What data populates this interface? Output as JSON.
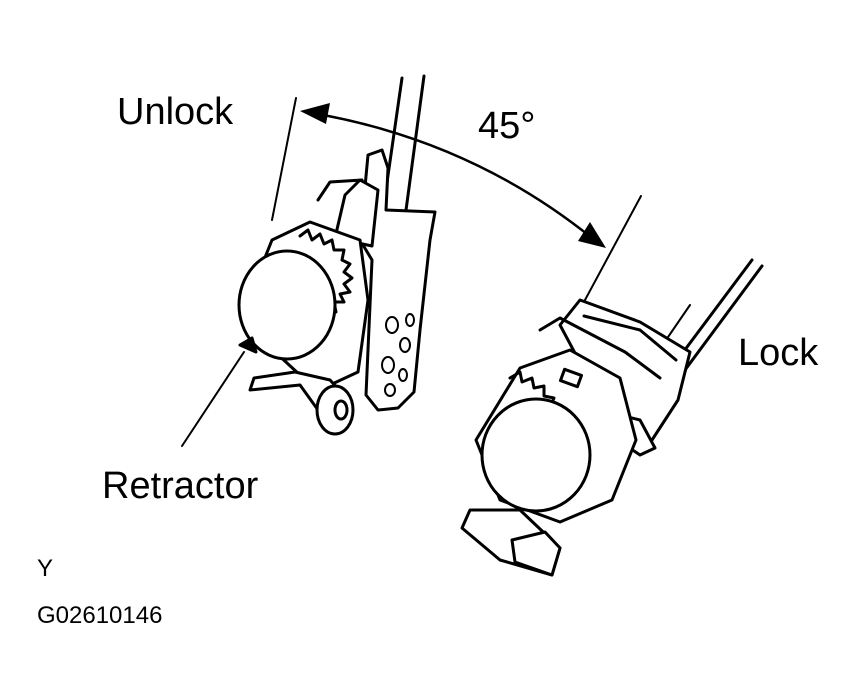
{
  "labels": {
    "unlock": "Unlock",
    "angle": "45°",
    "lock": "Lock",
    "retractor": "Retractor",
    "corner_letter": "Y",
    "figure_code": "G02610146"
  },
  "colors": {
    "ink": "#000000",
    "paper": "#ffffff"
  }
}
